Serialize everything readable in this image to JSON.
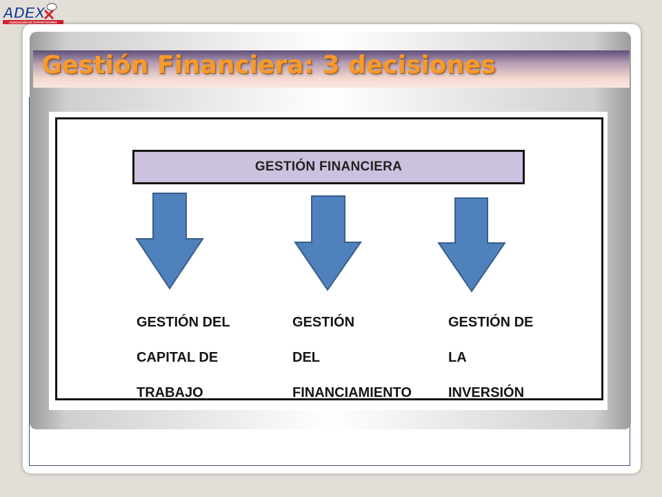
{
  "logo": {
    "brand": "ADEX",
    "tagline": "ASOCIACIÓN DE EXPORTADORES",
    "colors": {
      "red": "#d3212d",
      "blue": "#1f3d8f"
    }
  },
  "slide": {
    "title": "Gestión Financiera: 3 decisiones",
    "title_color": "#f79a2d"
  },
  "diagram": {
    "header": "GESTIÓN FINANCIERA",
    "header_fill": "#ccc1de",
    "arrow_color": "#4f81bd",
    "branches": [
      {
        "lines": [
          "GESTIÓN DEL",
          "CAPITAL DE",
          "TRABAJO"
        ]
      },
      {
        "lines": [
          "GESTIÓN",
          "DEL",
          "FINANCIAMIENTO"
        ]
      },
      {
        "lines": [
          "GESTIÓN DE",
          "LA",
          "INVERSIÓN"
        ]
      }
    ]
  }
}
